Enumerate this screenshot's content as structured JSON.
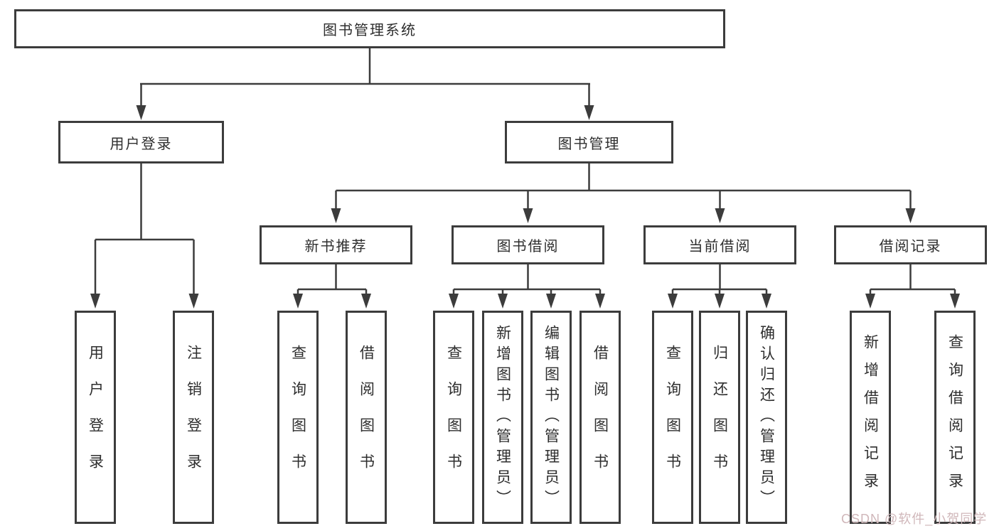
{
  "diagram": {
    "root": {
      "label": "图书管理系统"
    },
    "branches": [
      {
        "label": "用户登录",
        "children": [
          {
            "label": "用户登录"
          },
          {
            "label": "注销登录"
          }
        ]
      },
      {
        "label": "图书管理",
        "children": [
          {
            "label": "新书推荐",
            "children": [
              {
                "label": "查询图书"
              },
              {
                "label": "借阅图书"
              }
            ]
          },
          {
            "label": "图书借阅",
            "children": [
              {
                "label": "查询图书"
              },
              {
                "label": "新增图书（管理员）"
              },
              {
                "label": "编辑图书（管理员）"
              },
              {
                "label": "借阅图书"
              }
            ]
          },
          {
            "label": "当前借阅",
            "children": [
              {
                "label": "查询图书"
              },
              {
                "label": "归还图书"
              },
              {
                "label": "确认归还（管理员）"
              }
            ]
          },
          {
            "label": "借阅记录",
            "children": [
              {
                "label": "新增借阅记录"
              },
              {
                "label": "查询借阅记录"
              }
            ]
          }
        ]
      }
    ]
  },
  "watermark": {
    "text": "CSDN @软件_小贺同学",
    "color": "#d0b7ba"
  },
  "colors": {
    "line": "#3c3c3c",
    "box_border": "#3c3c3c",
    "text": "#2e2e2e",
    "background": "#ffffff"
  }
}
